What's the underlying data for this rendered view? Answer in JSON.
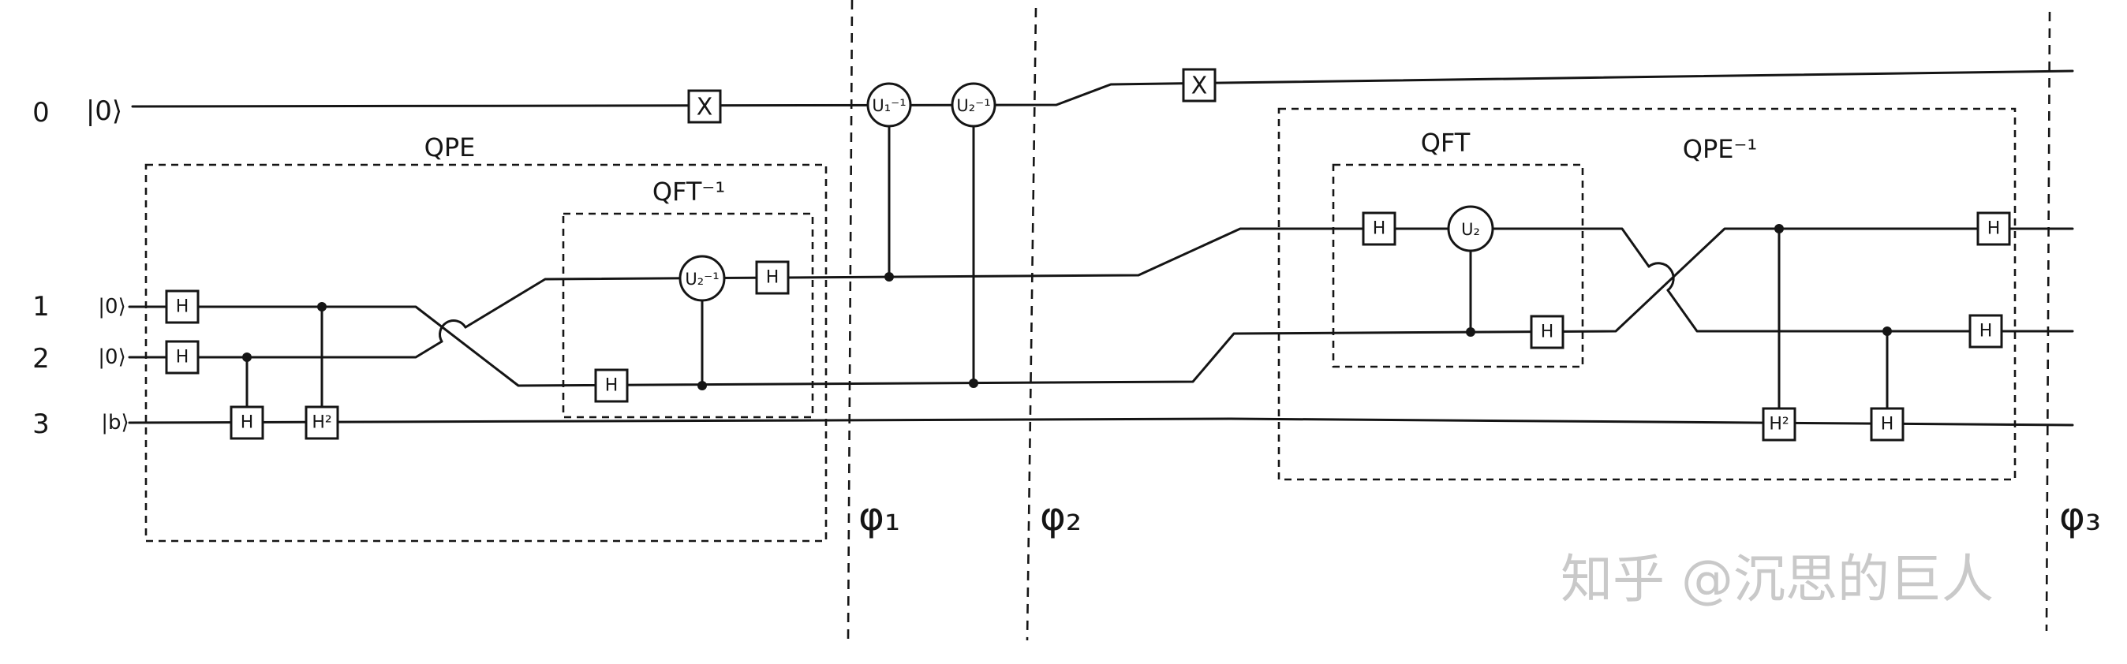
{
  "qubits": [
    {
      "index": "0",
      "state": "|0⟩"
    },
    {
      "index": "1",
      "state": "|0⟩"
    },
    {
      "index": "2",
      "state": "|0⟩"
    },
    {
      "index": "3",
      "state": "|b⟩"
    }
  ],
  "blocks": {
    "qpe": "QPE",
    "qft_inv": "QFT⁻¹",
    "qft": "QFT",
    "qpe_inv": "QPE⁻¹"
  },
  "gates": {
    "x": "X",
    "h": "H",
    "h2": "H²",
    "u1_inv": "U₁⁻¹",
    "u2_inv": "U₂⁻¹",
    "u2": "U₂"
  },
  "states": [
    "φ₁",
    "φ₂",
    "φ₃"
  ],
  "watermark": "知乎 @沉思的巨人"
}
